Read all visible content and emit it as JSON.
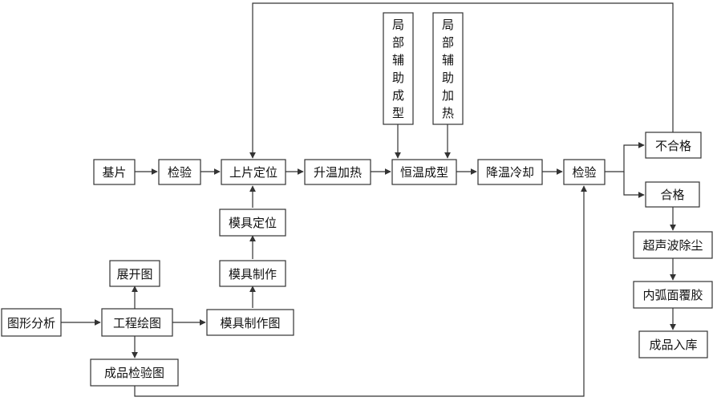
{
  "nodes": {
    "jipian": "基片",
    "jianyan1": "检验",
    "shangpian": "上片定位",
    "shengwen": "升温加热",
    "hengwen": "恒温成型",
    "jiangwen": "降温冷却",
    "jianyan2": "检验",
    "buhege": "不合格",
    "hege": "合格",
    "chaosheng": "超声波除尘",
    "neihu": "内弧面覆胶",
    "chengpinruku": "成品入库",
    "mojudingwei": "模具定位",
    "mojuzhizuo": "模具制作",
    "mojuzhizuotu": "模具制作图",
    "zhankaitu": "展开图",
    "gongchenghuitu": "工程绘图",
    "tuxingfenxi": "图形分析",
    "chengpinjianyantu": "成品检验图",
    "jubu1": "局部辅助成型",
    "jubu2": "局部辅助加热"
  }
}
